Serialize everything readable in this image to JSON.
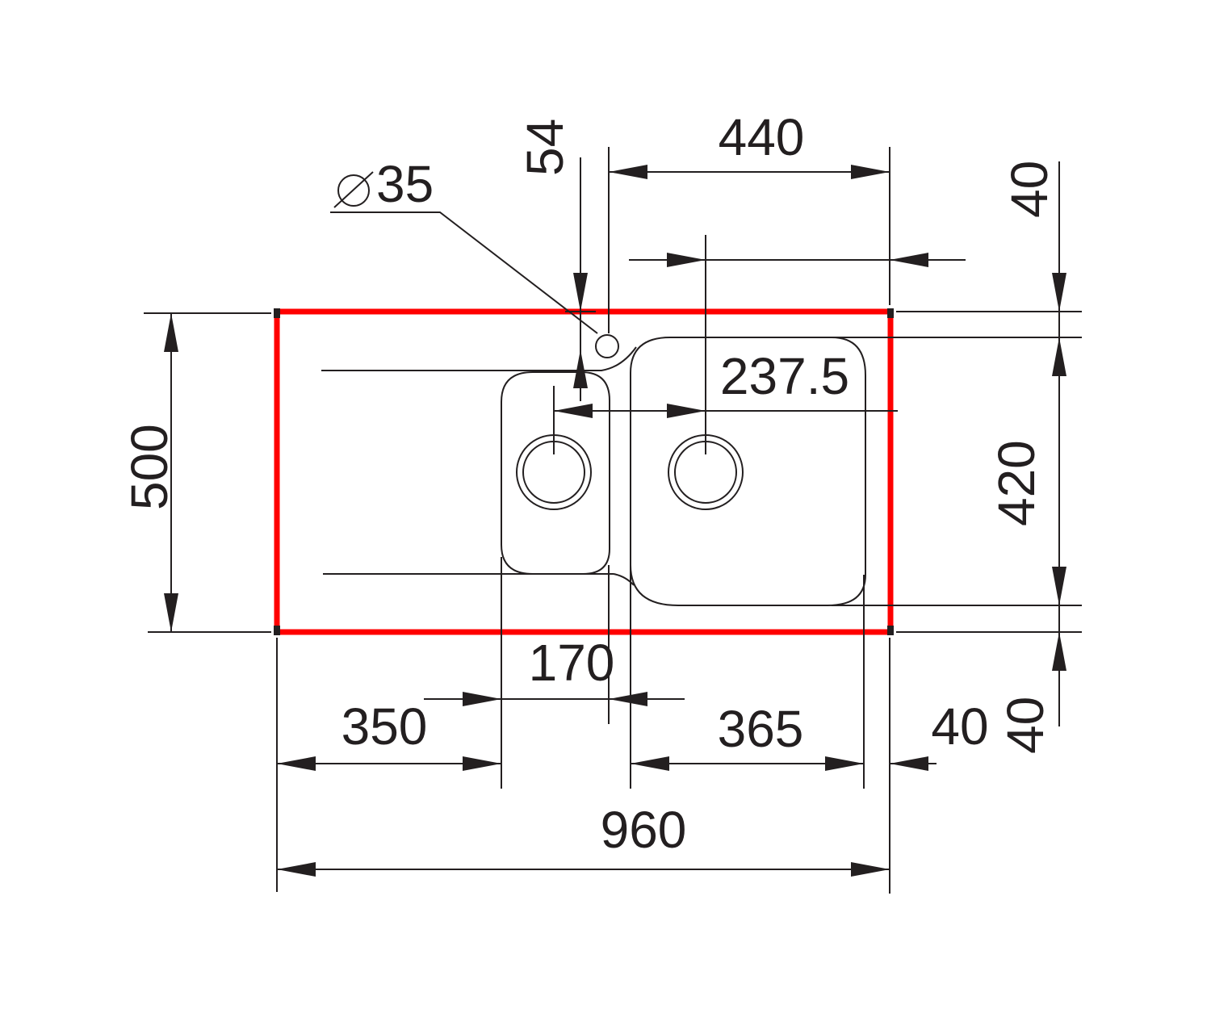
{
  "colors": {
    "line": "#231f20",
    "cutout": "#ff0000",
    "background": "#ffffff"
  },
  "labels": {
    "tap_hole_diameter": "35",
    "tap_hole_symbol": "diameter-icon",
    "tap_hole_offset": "54",
    "bowl_to_edge": "440",
    "top_margin": "40",
    "bowl_center_offset": "237.5",
    "overall_depth": "500",
    "bowl_depth": "420",
    "small_bowl_width": "170",
    "drainer_width": "350",
    "large_bowl_width": "365",
    "right_margin": "40",
    "bottom_margin": "40",
    "overall_width": "960"
  }
}
